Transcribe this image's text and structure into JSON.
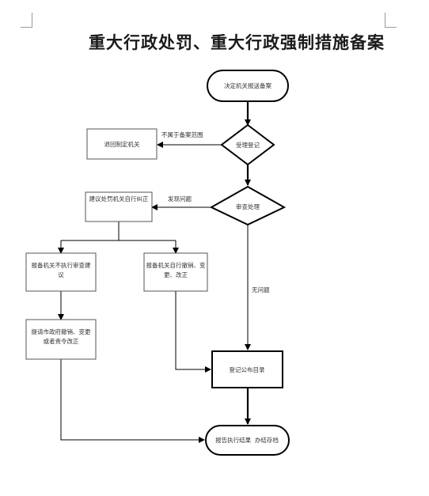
{
  "title": "重大行政处罚、重大行政强制措施备案",
  "nodes": {
    "start": "决定机关报送备案",
    "accept": "受理登记",
    "return_org": "退回制定机关",
    "review": "审查处理",
    "self_correct": "建议处罚机关自行纠正",
    "no_exec_review": "报备机关不执行审查建议",
    "self_revoke": "报备机关自行撤销、变更、改正",
    "request_gov": "提请市政府撤销、变更或者责令改正",
    "publish": "登记公布目录",
    "archive": "报告执行结果  办结存档"
  },
  "edge_labels": {
    "out_of_scope": "不属于备案范围",
    "problem_found": "发现问题",
    "no_problem": "无问题"
  }
}
